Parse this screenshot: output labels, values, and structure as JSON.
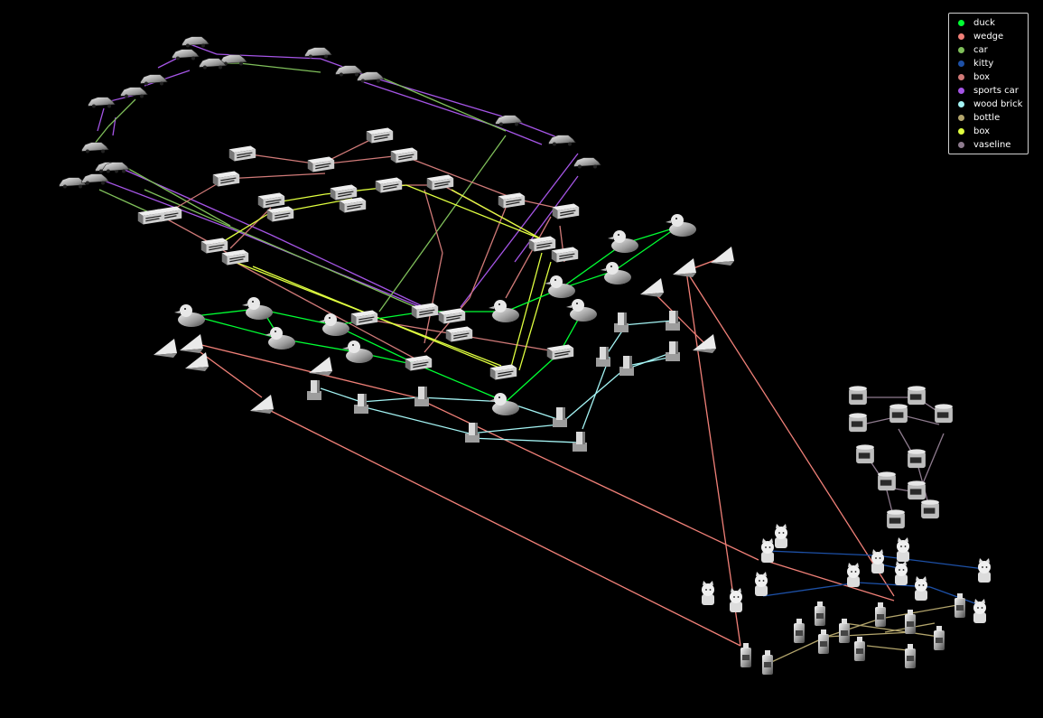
{
  "legend": {
    "items": [
      {
        "label": "duck",
        "color": "#00ff33"
      },
      {
        "label": "wedge",
        "color": "#f08078"
      },
      {
        "label": "car",
        "color": "#7fbf5a"
      },
      {
        "label": "kitty",
        "color": "#1d50a6"
      },
      {
        "label": "box",
        "color": "#d07a78"
      },
      {
        "label": "sports car",
        "color": "#a555e6"
      },
      {
        "label": "wood brick",
        "color": "#a4f4f4"
      },
      {
        "label": "bottle",
        "color": "#b3a56c"
      },
      {
        "label": "box",
        "color": "#e0ff40"
      },
      {
        "label": "vaseline",
        "color": "#8e7b8e"
      }
    ]
  },
  "graph": {
    "node_icon_kinds": [
      "car",
      "box",
      "duck",
      "wedge",
      "wood-brick",
      "vaseline",
      "kitty",
      "bottle"
    ],
    "edge_series": [
      "duck",
      "wedge",
      "car",
      "kitty",
      "box",
      "sports car",
      "wood brick",
      "bottle",
      "box",
      "vaseline"
    ]
  }
}
